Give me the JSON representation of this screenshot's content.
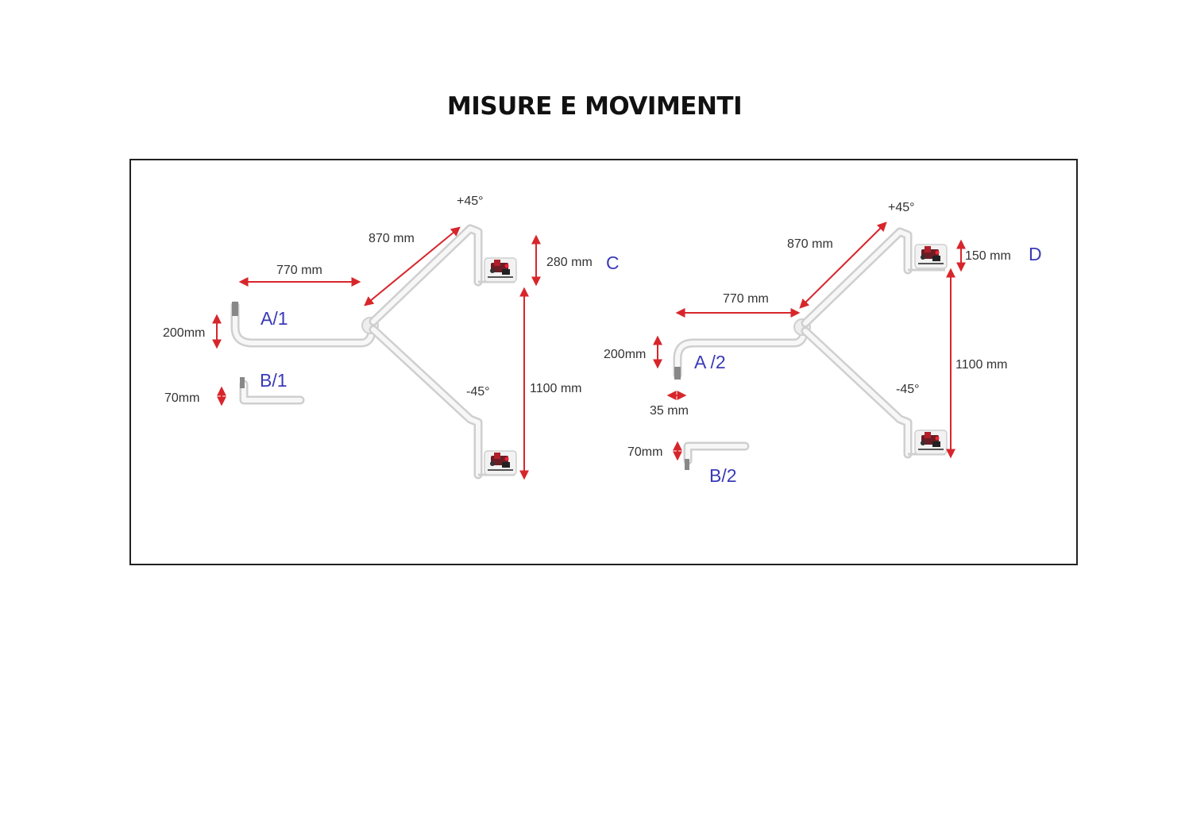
{
  "title": "MISURE E MOVIMENTI",
  "colors": {
    "dimension": "#d7262b",
    "label": "#3a3ab8",
    "arm": "#cfcfcf",
    "frame": "#222222"
  },
  "left_config": {
    "angle_up": "+45°",
    "angle_down": "-45°",
    "arm_diag_len": "870 mm",
    "arm_horiz_len": "770 mm",
    "drop_len": "280 mm",
    "drop_label": "C",
    "vertical_travel": "1100 mm",
    "a_height": "200mm",
    "a_label": "A/1",
    "b_height": "70mm",
    "b_label": "B/1"
  },
  "right_config": {
    "angle_up": "+45°",
    "angle_down": "-45°",
    "arm_diag_len": "870 mm",
    "arm_horiz_len": "770 mm",
    "drop_len": "150 mm",
    "drop_label": "D",
    "vertical_travel": "1100 mm",
    "a_height": "200mm",
    "a_label": "A /2",
    "a_offset": "35 mm",
    "b_height": "70mm",
    "b_label": "B/2"
  }
}
